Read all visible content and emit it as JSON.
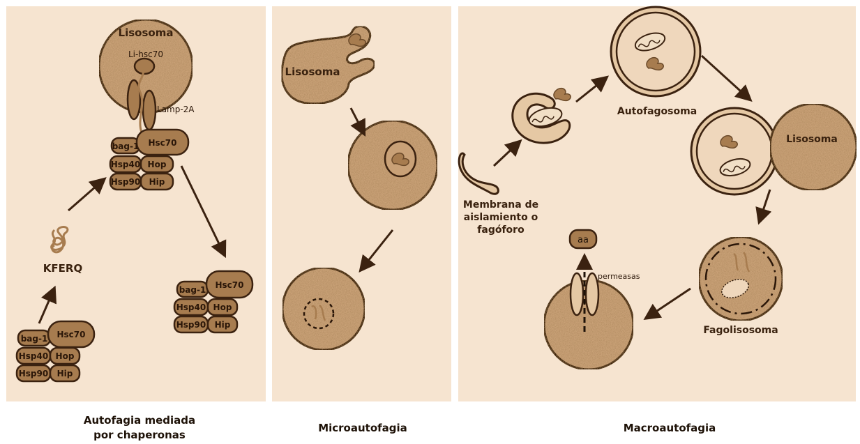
{
  "colors": {
    "panel_bg": "#f6e4d0",
    "organelle_fill": "#c9a177",
    "protein_fill": "#a77c4f",
    "outline": "#3b2210",
    "arrow": "#3b2210"
  },
  "chaperone_panel": {
    "caption_line1": "Autofagia mediada",
    "caption_line2": "por chaperonas",
    "lysosome_label": "Lisosoma",
    "li_hsc70_label": "Li-hsc70",
    "lamp2a_label": "Lamp-2A",
    "substrate_label": "KFERQ",
    "complex": {
      "bag1": "bag-1",
      "hsc70": "Hsc70",
      "hsp40": "Hsp40",
      "hop": "Hop",
      "hsp90": "Hsp90",
      "hip": "Hip"
    }
  },
  "micro_panel": {
    "caption": "Microautofagia",
    "lysosome_label": "Lisosoma"
  },
  "macro_panel": {
    "caption": "Macroautofagia",
    "phagophore_label_line1": "Membrana de",
    "phagophore_label_line2": "aislamiento o",
    "phagophore_label_line3": "fagóforo",
    "autophagosome_label": "Autofagosoma",
    "lysosome_label": "Lisosoma",
    "phagolysosome_label": "Fagolisosoma",
    "permease_label": "permeasas",
    "amino_acid_label": "aa"
  }
}
